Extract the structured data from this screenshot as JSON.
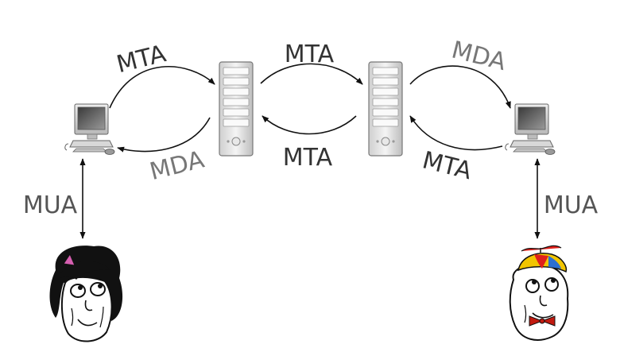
{
  "colors": {
    "dark": "#333333",
    "gray": "#777777",
    "arrow": "#111111",
    "accent_yellow": "#f2c500",
    "accent_red": "#e0201b",
    "accent_blue": "#2c6fd1",
    "bowtie": "#c21a10",
    "cat_ear": "#d65fb0"
  },
  "nodes": {
    "left_computer": {
      "icon": "desktop-computer-icon"
    },
    "server_1": {
      "icon": "server-tower-icon"
    },
    "server_2": {
      "icon": "server-tower-icon"
    },
    "right_computer": {
      "icon": "desktop-computer-icon"
    },
    "left_user": {
      "icon": "rage-face-girl-icon"
    },
    "right_user": {
      "icon": "rage-face-propeller-hat-icon"
    }
  },
  "labels": {
    "top_left": "MTA",
    "top_mid": "MTA",
    "top_right": "MDA",
    "bottom_left": "MDA",
    "bottom_mid": "MTA",
    "bottom_right": "MTA",
    "left_side": "MUA",
    "right_side": "MUA"
  }
}
